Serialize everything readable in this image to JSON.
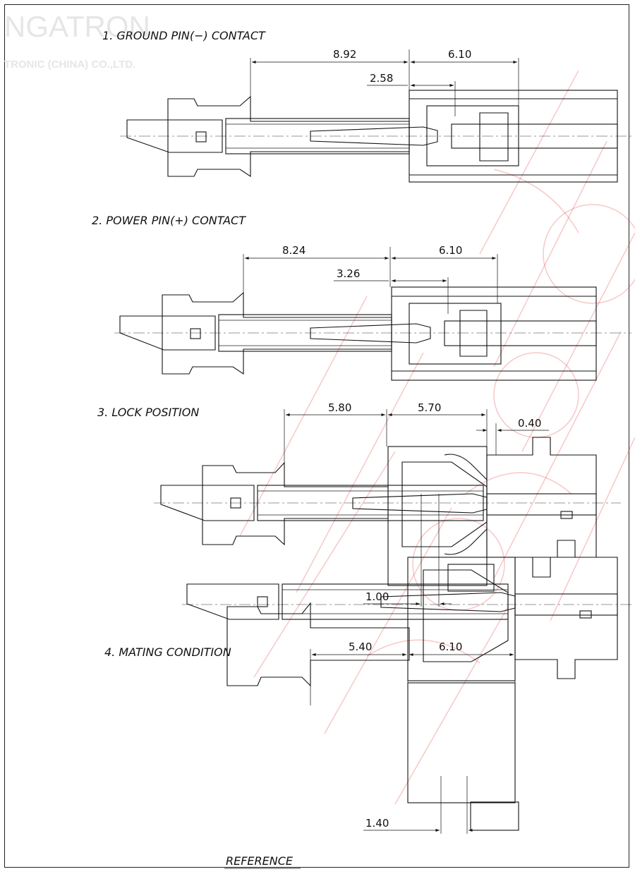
{
  "watermark": {
    "brand": "NGATRON",
    "company": "TRONIC (CHINA) CO.,LTD."
  },
  "sections": [
    {
      "title": "1. GROUND PIN(−) CONTACT",
      "dims": {
        "a": "8.92",
        "b": "6.10",
        "c": "2.58"
      }
    },
    {
      "title": "2. POWER PIN(+) CONTACT",
      "dims": {
        "a": "8.24",
        "b": "6.10",
        "c": "3.26"
      }
    },
    {
      "title": "3. LOCK POSITION",
      "dims": {
        "a": "5.80",
        "b": "5.70",
        "c": "0.40",
        "d": "1.00"
      }
    },
    {
      "title": "4. MATING CONDITION",
      "dims": {
        "a": "5.40",
        "b": "6.10",
        "d": "1.40"
      }
    }
  ],
  "footer": {
    "reference": "REFERENCE"
  },
  "colors": {
    "ink": "#111111",
    "watermark_red": "#e23a3a",
    "watermark_gray": "#e6e6e6"
  }
}
